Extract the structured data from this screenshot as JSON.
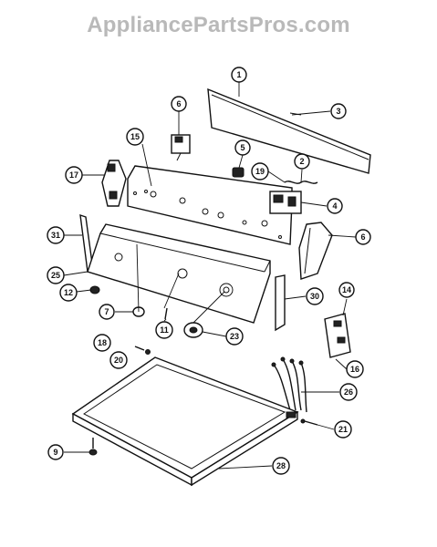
{
  "watermark": "AppliancePartsPros.com",
  "callouts": [
    {
      "id": "c1",
      "label": "1"
    },
    {
      "id": "c3",
      "label": "3"
    },
    {
      "id": "c6a",
      "label": "6"
    },
    {
      "id": "c15",
      "label": "15"
    },
    {
      "id": "c5",
      "label": "5"
    },
    {
      "id": "c2",
      "label": "2"
    },
    {
      "id": "c19",
      "label": "19"
    },
    {
      "id": "c17",
      "label": "17"
    },
    {
      "id": "c4",
      "label": "4"
    },
    {
      "id": "c31",
      "label": "31"
    },
    {
      "id": "c6b",
      "label": "6"
    },
    {
      "id": "c25",
      "label": "25"
    },
    {
      "id": "c12",
      "label": "12"
    },
    {
      "id": "c30",
      "label": "30"
    },
    {
      "id": "c14",
      "label": "14"
    },
    {
      "id": "c7",
      "label": "7"
    },
    {
      "id": "c11",
      "label": "11"
    },
    {
      "id": "c23",
      "label": "23"
    },
    {
      "id": "c18a",
      "label": "18"
    },
    {
      "id": "c20",
      "label": "20"
    },
    {
      "id": "c16",
      "label": "16"
    },
    {
      "id": "c26",
      "label": "26"
    },
    {
      "id": "c21",
      "label": "21"
    },
    {
      "id": "c9",
      "label": "9"
    },
    {
      "id": "c28",
      "label": "28"
    }
  ]
}
